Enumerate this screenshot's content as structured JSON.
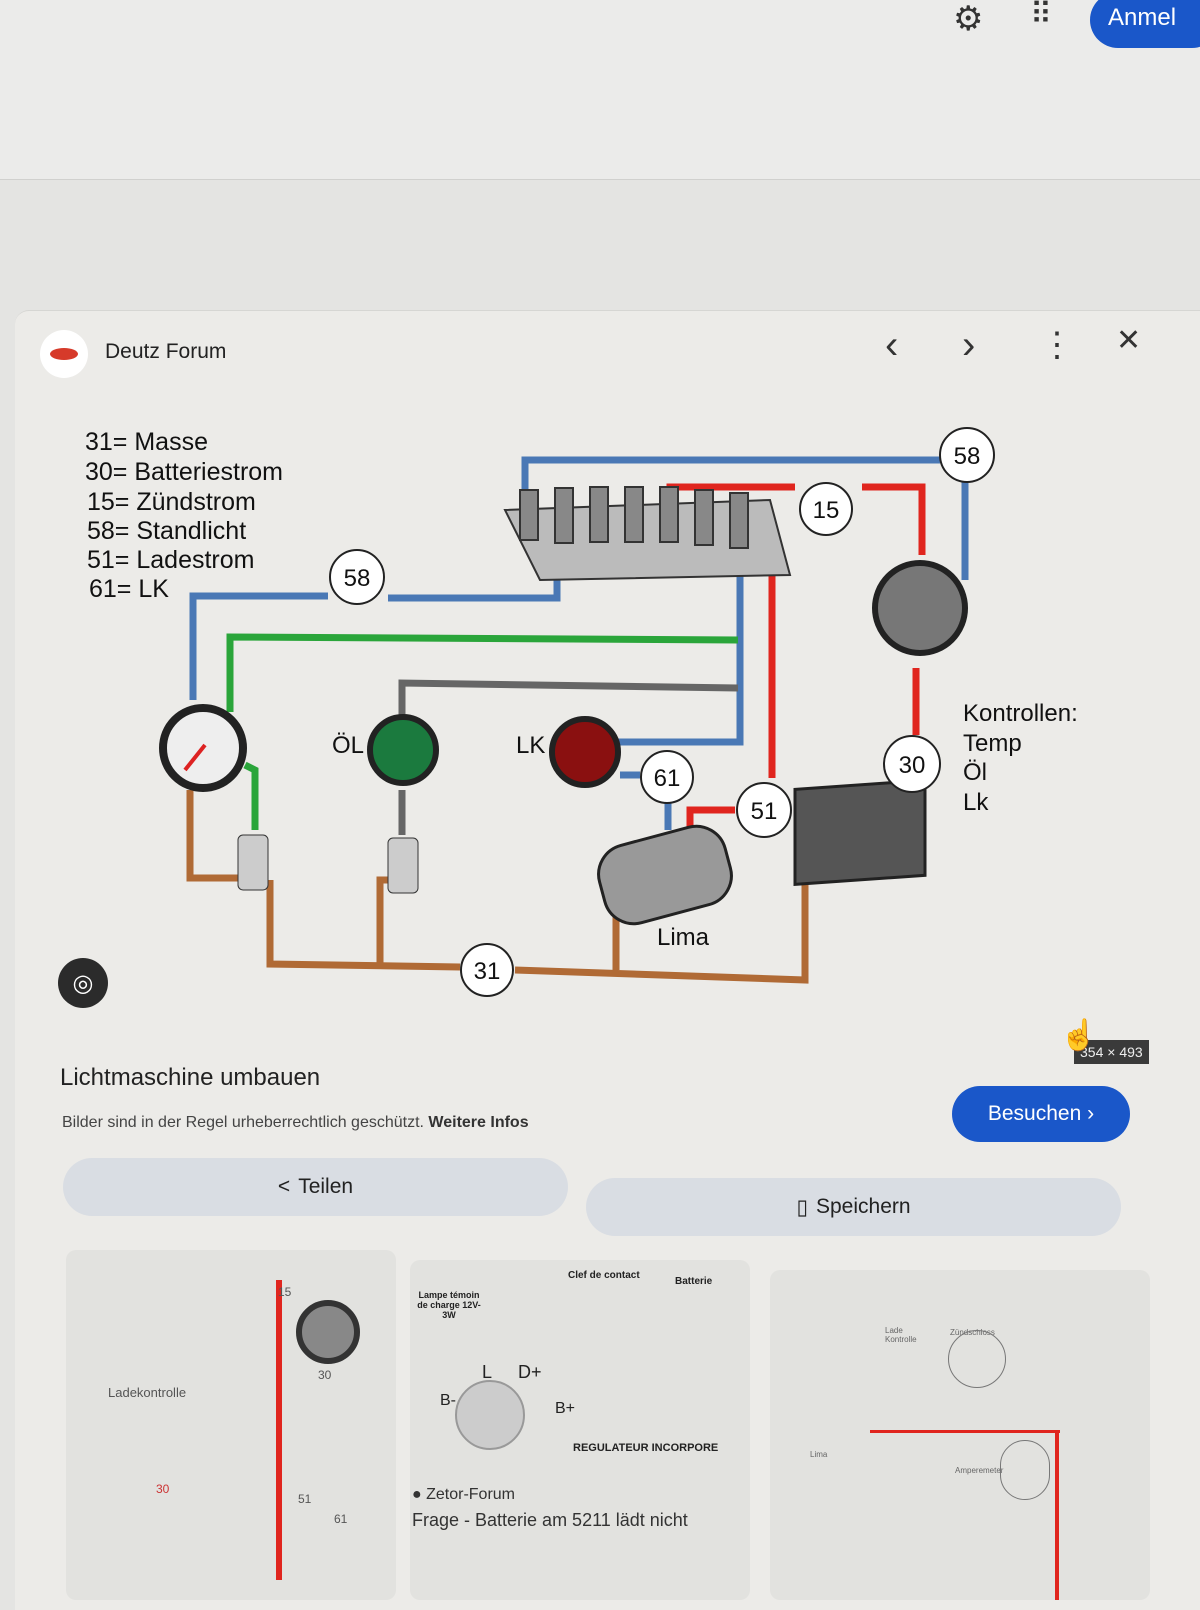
{
  "topbar": {
    "signin_label": "Anmel",
    "settings_icon": "gear-icon",
    "apps_icon": "apps-grid-icon"
  },
  "panel": {
    "source": "Deutz Forum",
    "nav": {
      "prev": "‹",
      "next": "›",
      "more": "⋮",
      "close": "✕"
    },
    "diagram": {
      "legend": [
        "31= Masse",
        "30= Batteriestrom",
        "15= Zündstrom",
        "58= Standlicht",
        "51= Ladestrom",
        "61= LK"
      ],
      "terminals": {
        "t58a": "58",
        "t58b": "58",
        "t15": "15",
        "t61": "61",
        "t51": "51",
        "t30": "30",
        "t31": "31"
      },
      "labels": {
        "oil": "ÖL",
        "lk": "LK",
        "lima": "Lima"
      },
      "controls": [
        "Kontrollen:",
        "Temp",
        "Öl",
        "Lk"
      ],
      "wire_colors": {
        "blue": "#4a78b5",
        "red": "#e0251e",
        "green": "#2aa53a",
        "gray": "#666666",
        "brown": "#b06a35"
      }
    },
    "dimensions": "354 × 493",
    "title": "Lichtmaschine umbauen",
    "copyright": "Bilder sind in der Regel urheberrechtlich geschützt.",
    "more_info": "Weitere Infos",
    "visit_label": "Besuchen ›",
    "share_label": "Teilen",
    "save_label": "Speichern"
  },
  "related": [
    {
      "labels": [
        "Ladekontrolle",
        "15",
        "30",
        "51",
        "61",
        "30"
      ]
    },
    {
      "labels": [
        "Clef de contact",
        "Batterie",
        "Lampe témoin de charge 12V-3W",
        "L",
        "D+",
        "B-",
        "B+",
        "REGULATEUR INCORPORE"
      ],
      "source": "Zetor-Forum",
      "title": "Frage - Batterie am 5211 lädt nicht"
    },
    {
      "labels": [
        "Lade Kontrolle",
        "Zündschloss",
        "Lima",
        "Amperemeter"
      ]
    }
  ],
  "accent": "#1a57c9"
}
